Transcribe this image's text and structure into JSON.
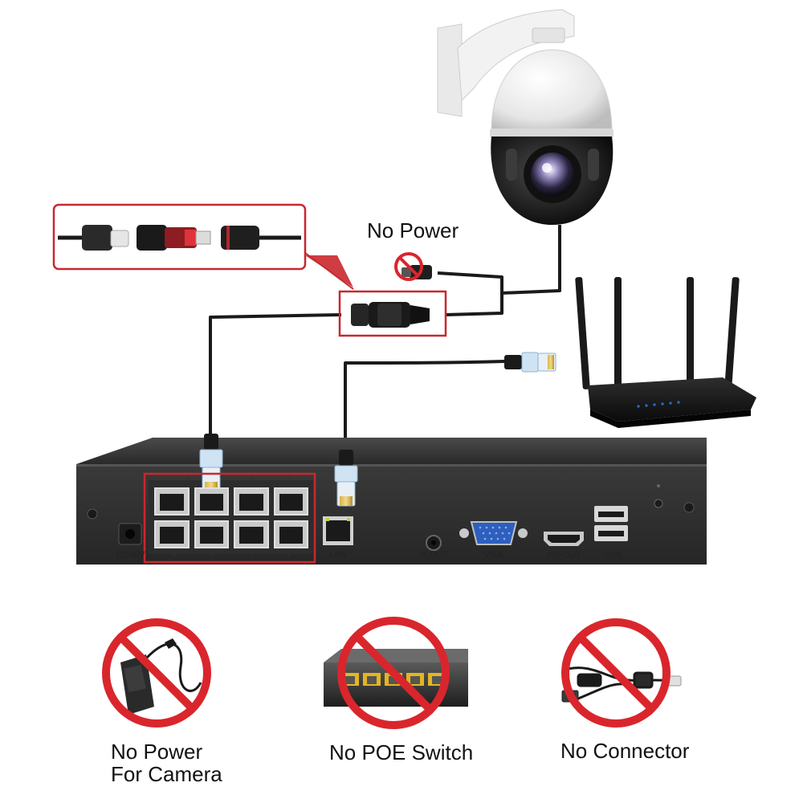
{
  "labels": {
    "no_power_top": "No Power",
    "warning_1_line1": "No Power",
    "warning_1_line2": "For Camera",
    "warning_2": "No POE Switch",
    "warning_3": "No Connector"
  },
  "nvr": {
    "power_label": "DC48V",
    "lan_label": "LAN",
    "aout_label": "A-OUT",
    "vga_label": "VGA",
    "hdout_label": "HD-OUT",
    "usb_label": "USB",
    "port_numbers_top": [
      "8",
      "7",
      "6",
      "5"
    ],
    "port_numbers_bottom": [
      "4",
      "3",
      "2",
      "1"
    ]
  },
  "colors": {
    "highlight": "#c8282e",
    "prohibit": "#d9262c",
    "device_body": "#2b2b2b",
    "cable": "#1a1a1a"
  },
  "icons": [
    "ptz-camera",
    "wifi-router",
    "nvr-recorder",
    "rj45-plug",
    "dc-connector",
    "power-adapter",
    "poe-switch",
    "splitter-cable",
    "prohibited-sign"
  ]
}
